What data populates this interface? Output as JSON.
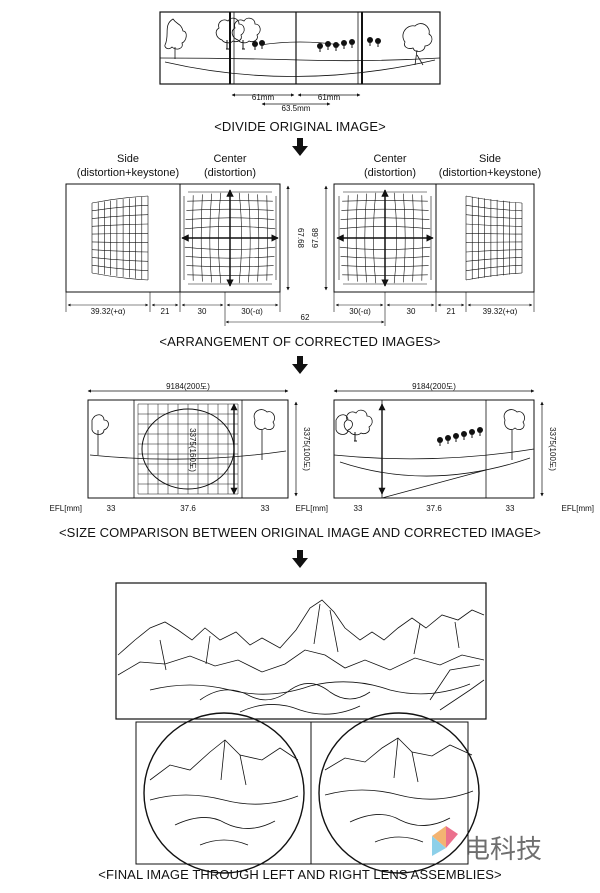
{
  "section1": {
    "caption": "<DIVIDE ORIGINAL IMAGE>",
    "dim_left": "61mm",
    "dim_right": "61mm",
    "dim_total": "63.5mm"
  },
  "section2": {
    "caption": "<ARRANGEMENT OF CORRECTED IMAGES>",
    "side_label": "Side",
    "side_sub": "(distortion+keystone)",
    "center_label": "Center",
    "center_sub": "(distortion)",
    "height_dim": "67.68",
    "dims_left": [
      "39.32(+α)",
      "21",
      "30",
      "30(-α)"
    ],
    "dims_right": [
      "30(-α)",
      "30",
      "21",
      "39.32(+α)"
    ],
    "dim_middle": "62"
  },
  "section3": {
    "caption": "<SIZE COMPARISON BETWEEN ORIGINAL IMAGE AND CORRECTED IMAGE>",
    "width_dim": "9184(200도)",
    "height_dim": "3375(100도)",
    "inner_dim": "3375(160도)",
    "efl_label": "EFL[mm]",
    "efl_values": [
      "33",
      "37.6",
      "33"
    ]
  },
  "section4": {
    "caption": "<FINAL IMAGE THROUGH LEFT AND RIGHT LENS ASSEMBLIES>"
  },
  "watermark": "电科技"
}
